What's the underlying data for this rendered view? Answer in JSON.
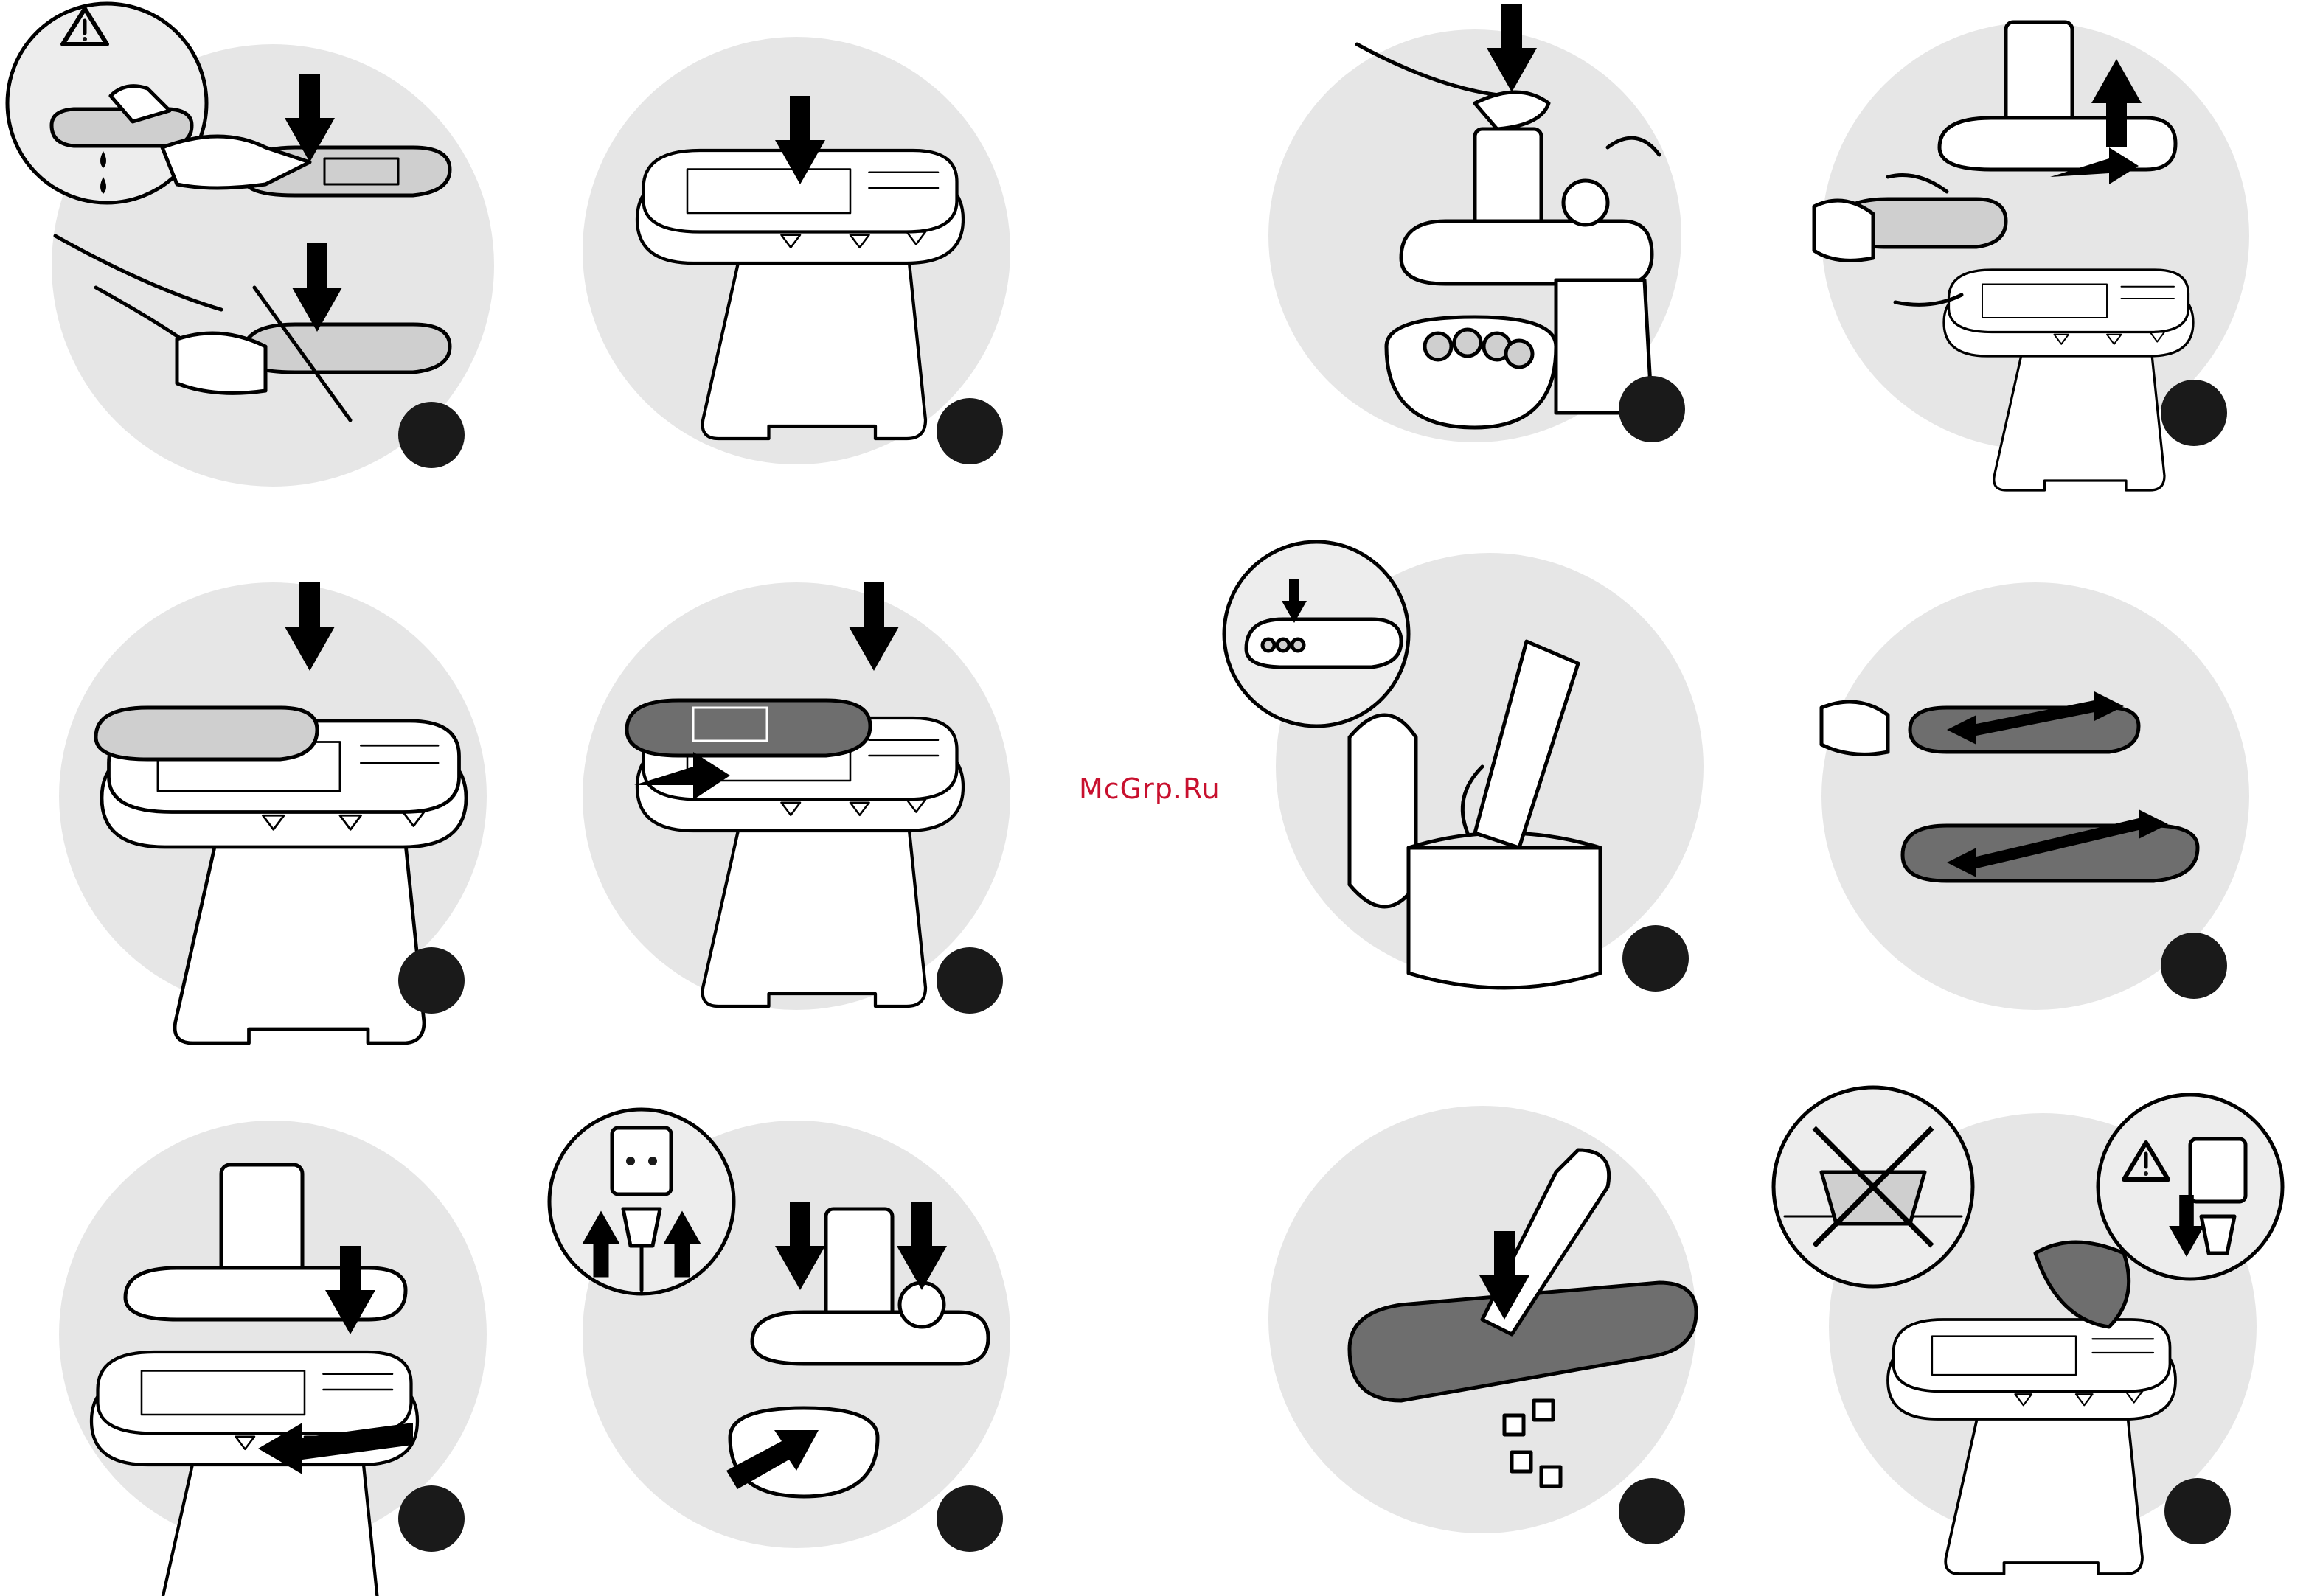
{
  "watermark": "McGrp.Ru",
  "colors": {
    "panel": "#e6e6e6",
    "ink": "#000000",
    "step_dot": "#1a1a1a",
    "watermark": "#c8102e"
  },
  "panels": [
    {
      "id": 1,
      "scene": "blade-insertion-warning",
      "icons": [
        "warning-triangle-icon",
        "water-drop-icon",
        "hand-icon",
        "down-arrow-icon"
      ]
    },
    {
      "id": 2,
      "scene": "place-tray-on-base",
      "icons": [
        "down-arrow-icon"
      ]
    },
    {
      "id": 3,
      "scene": "push-food-into-chute",
      "icons": [
        "hand-icon",
        "down-arrow-icon",
        "bowl-icon"
      ]
    },
    {
      "id": 4,
      "scene": "remove-chute-and-tray",
      "icons": [
        "up-arrow-icon",
        "right-arrow-icon",
        "curved-arrow-icon"
      ]
    },
    {
      "id": 5,
      "scene": "insert-slicing-disc",
      "icons": [
        "down-arrow-icon"
      ]
    },
    {
      "id": 6,
      "scene": "insert-dicing-grid",
      "icons": [
        "down-arrow-icon",
        "right-arrow-icon"
      ]
    },
    {
      "id": 7,
      "scene": "empty-waste-into-bin",
      "icons": [
        "down-arrow-icon",
        "curved-arrow-icon",
        "bin-icon"
      ]
    },
    {
      "id": 8,
      "scene": "unlock-dicing-grid",
      "icons": [
        "double-arrow-icon",
        "hand-icon"
      ]
    },
    {
      "id": 9,
      "scene": "attach-chute-and-slide",
      "icons": [
        "down-arrow-icon",
        "left-arrow-icon"
      ]
    },
    {
      "id": 10,
      "scene": "plug-in-and-operate",
      "icons": [
        "plug-icon",
        "socket-icon",
        "up-arrow-icon",
        "down-arrow-icon",
        "bowl-icon"
      ]
    },
    {
      "id": 11,
      "scene": "clean-grid-with-tool",
      "icons": [
        "down-arrow-icon",
        "dice-icon"
      ]
    },
    {
      "id": 12,
      "scene": "no-water-wipe-unplug",
      "icons": [
        "no-water-icon",
        "warning-triangle-icon",
        "plug-icon",
        "cloth-icon"
      ]
    }
  ]
}
